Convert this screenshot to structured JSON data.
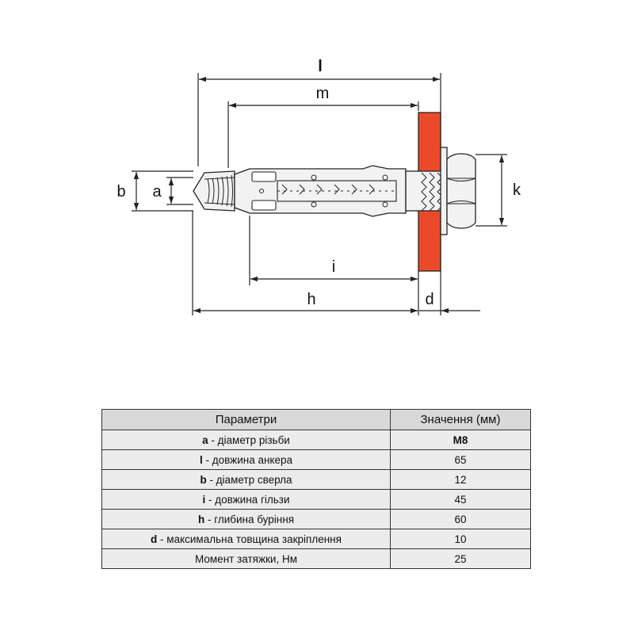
{
  "diagram": {
    "labels": {
      "l": "l",
      "m": "m",
      "b": "b",
      "a": "a",
      "k": "k",
      "i": "i",
      "h": "h",
      "d": "d"
    },
    "colors": {
      "plate": "#ea4a2a",
      "line": "#222222",
      "metal": "#f2f2f2"
    }
  },
  "table": {
    "headers": {
      "param": "Параметри",
      "value": "Значення (мм)"
    },
    "rows": [
      {
        "sym": "a",
        "desc": " - діаметр різьби",
        "value": "M8"
      },
      {
        "sym": "l",
        "desc": " - довжина анкера",
        "value": "65"
      },
      {
        "sym": "b",
        "desc": " - діаметр сверла",
        "value": "12"
      },
      {
        "sym": "i",
        "desc": " - довжина гільзи",
        "value": "45"
      },
      {
        "sym": "h",
        "desc": " - глибина буріння",
        "value": "60"
      },
      {
        "sym": "d",
        "desc": " - максимальна товщина закріплення",
        "value": "10"
      },
      {
        "sym": "",
        "desc": "Момент затяжки, Нм",
        "value": "25"
      }
    ]
  }
}
